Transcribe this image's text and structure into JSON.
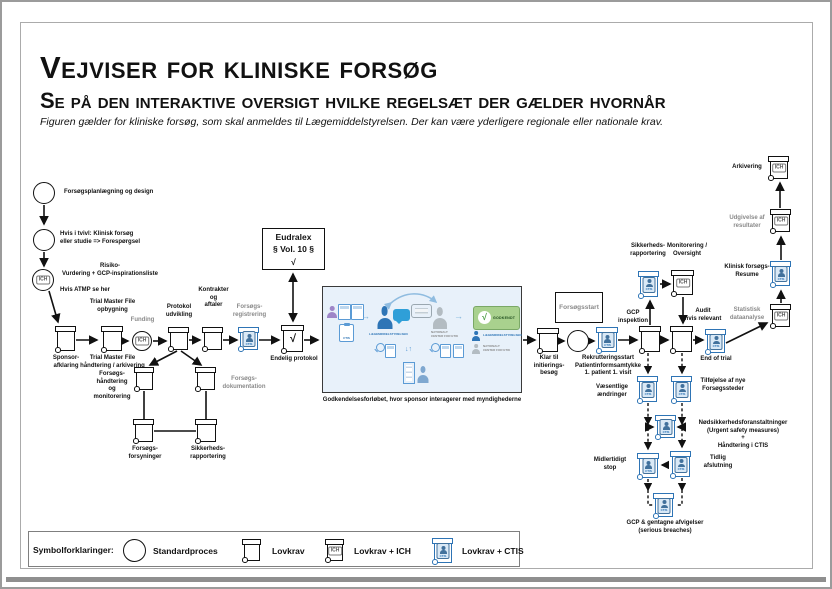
{
  "header": {
    "title": "Vejviser for kliniske forsøg",
    "subtitle": "Se på den interaktive oversigt hvilke regelsæt der gælder hvornår",
    "note": "Figuren gælder for kliniske forsøg, som skal anmeldes til Lægemiddelstyrelsen. Der kan være yderligere regionale eller nationale krav."
  },
  "flow": {
    "planning": "Forsøgsplanlægning og design",
    "doubt": "Hvis i tvivl: Klinisk forsøg\neller studie => Forespørgsel",
    "risk": "Risiko-\nVurdering  +  GCP-inspirationsliste",
    "atmp": "Hvis ATMP se her",
    "sponsor": "Sponsor-\nafklaring",
    "tmf_top": "Trial Master File\nopbygning",
    "tmf_bottom": "Trial Master File\nhåndtering / arkivering",
    "funding": "Funding",
    "protokol": "Protokol\nudvikling",
    "kontrakter": "Kontrakter\nog\naftaler",
    "registrering": "Forsøgs-\nregistrering",
    "endelig": "Endelig protokol",
    "eudralex": "Eudralex\n§ Vol. 10 §\n√",
    "handtering": "Forsøgs-\nhåndtering\nog\nmonitorering",
    "dokumentation": "Forsøgs-\ndokumentation",
    "forsyninger": "Forsøgs-\nforsyninger",
    "sikkerhed_venstre": "Sikkerheds-\nrapportering",
    "caption": "Godkendelsesforløbet, hvor sponsor interagerer med myndighederne",
    "klar": "Klar til\ninitierings-\nbesøg",
    "forsogsstart": "Forsøgsstart",
    "rekruttering": "Rekrutteringsstart\nPatientinformsamtykke\n1. patient 1. visit",
    "gcp_inspektion": "GCP\ninspektion",
    "sikkerhed_hojre": "Sikkerheds-\nrapportering",
    "monitorering": "Monitorering /\nOversight",
    "audit": "Audit\nhvis relevant",
    "end_of_trial": "End of trial",
    "statistisk": "Statistisk\ndataanalyse",
    "resume": "Klinisk forsøgs-\nResume",
    "udgivelse": "Udgivelse af\nresultater",
    "arkivering": "Arkivering",
    "vaesentlige": "Væsentlige\nændringer",
    "tilfojelse": "Tilføjelse af nye\nForsøgssteder",
    "nodsikkerhed": "Nødsikkerhedsforanstaltninger\n(Urgent safety measures)\n+\nHåndtering i CTIS",
    "midlertidigt": "Midlertidigt\nstop",
    "tidlig": "Tidlig\nafslutning",
    "gcp_afvigelser": "GCP & gentagne afvigelser\n(serious breaches)"
  },
  "approval_box": {
    "lms": "LÆGEMIDDELSTYRELSEN",
    "etik": "NATIONALT\nCENTER FOR ETIK",
    "godkendt": "GODKENDT"
  },
  "icons": {
    "ich": "ICH",
    "ctis": "CTIS",
    "check": "√",
    "right_arrow": "→",
    "updown_arrows": "↓↑"
  },
  "legend": {
    "heading": "Symbolforklaringer:",
    "standard": "Standardproces",
    "lovkrav": "Lovkrav",
    "lovkrav_ich": "Lovkrav + ICH",
    "lovkrav_ctis": "Lovkrav + CTIS"
  },
  "colors": {
    "accent_blue": "#2E75B6",
    "ctis_fill": "#DEEBF7",
    "approved_green": "#A9D18E",
    "approval_bg": "#E8F1FA"
  }
}
